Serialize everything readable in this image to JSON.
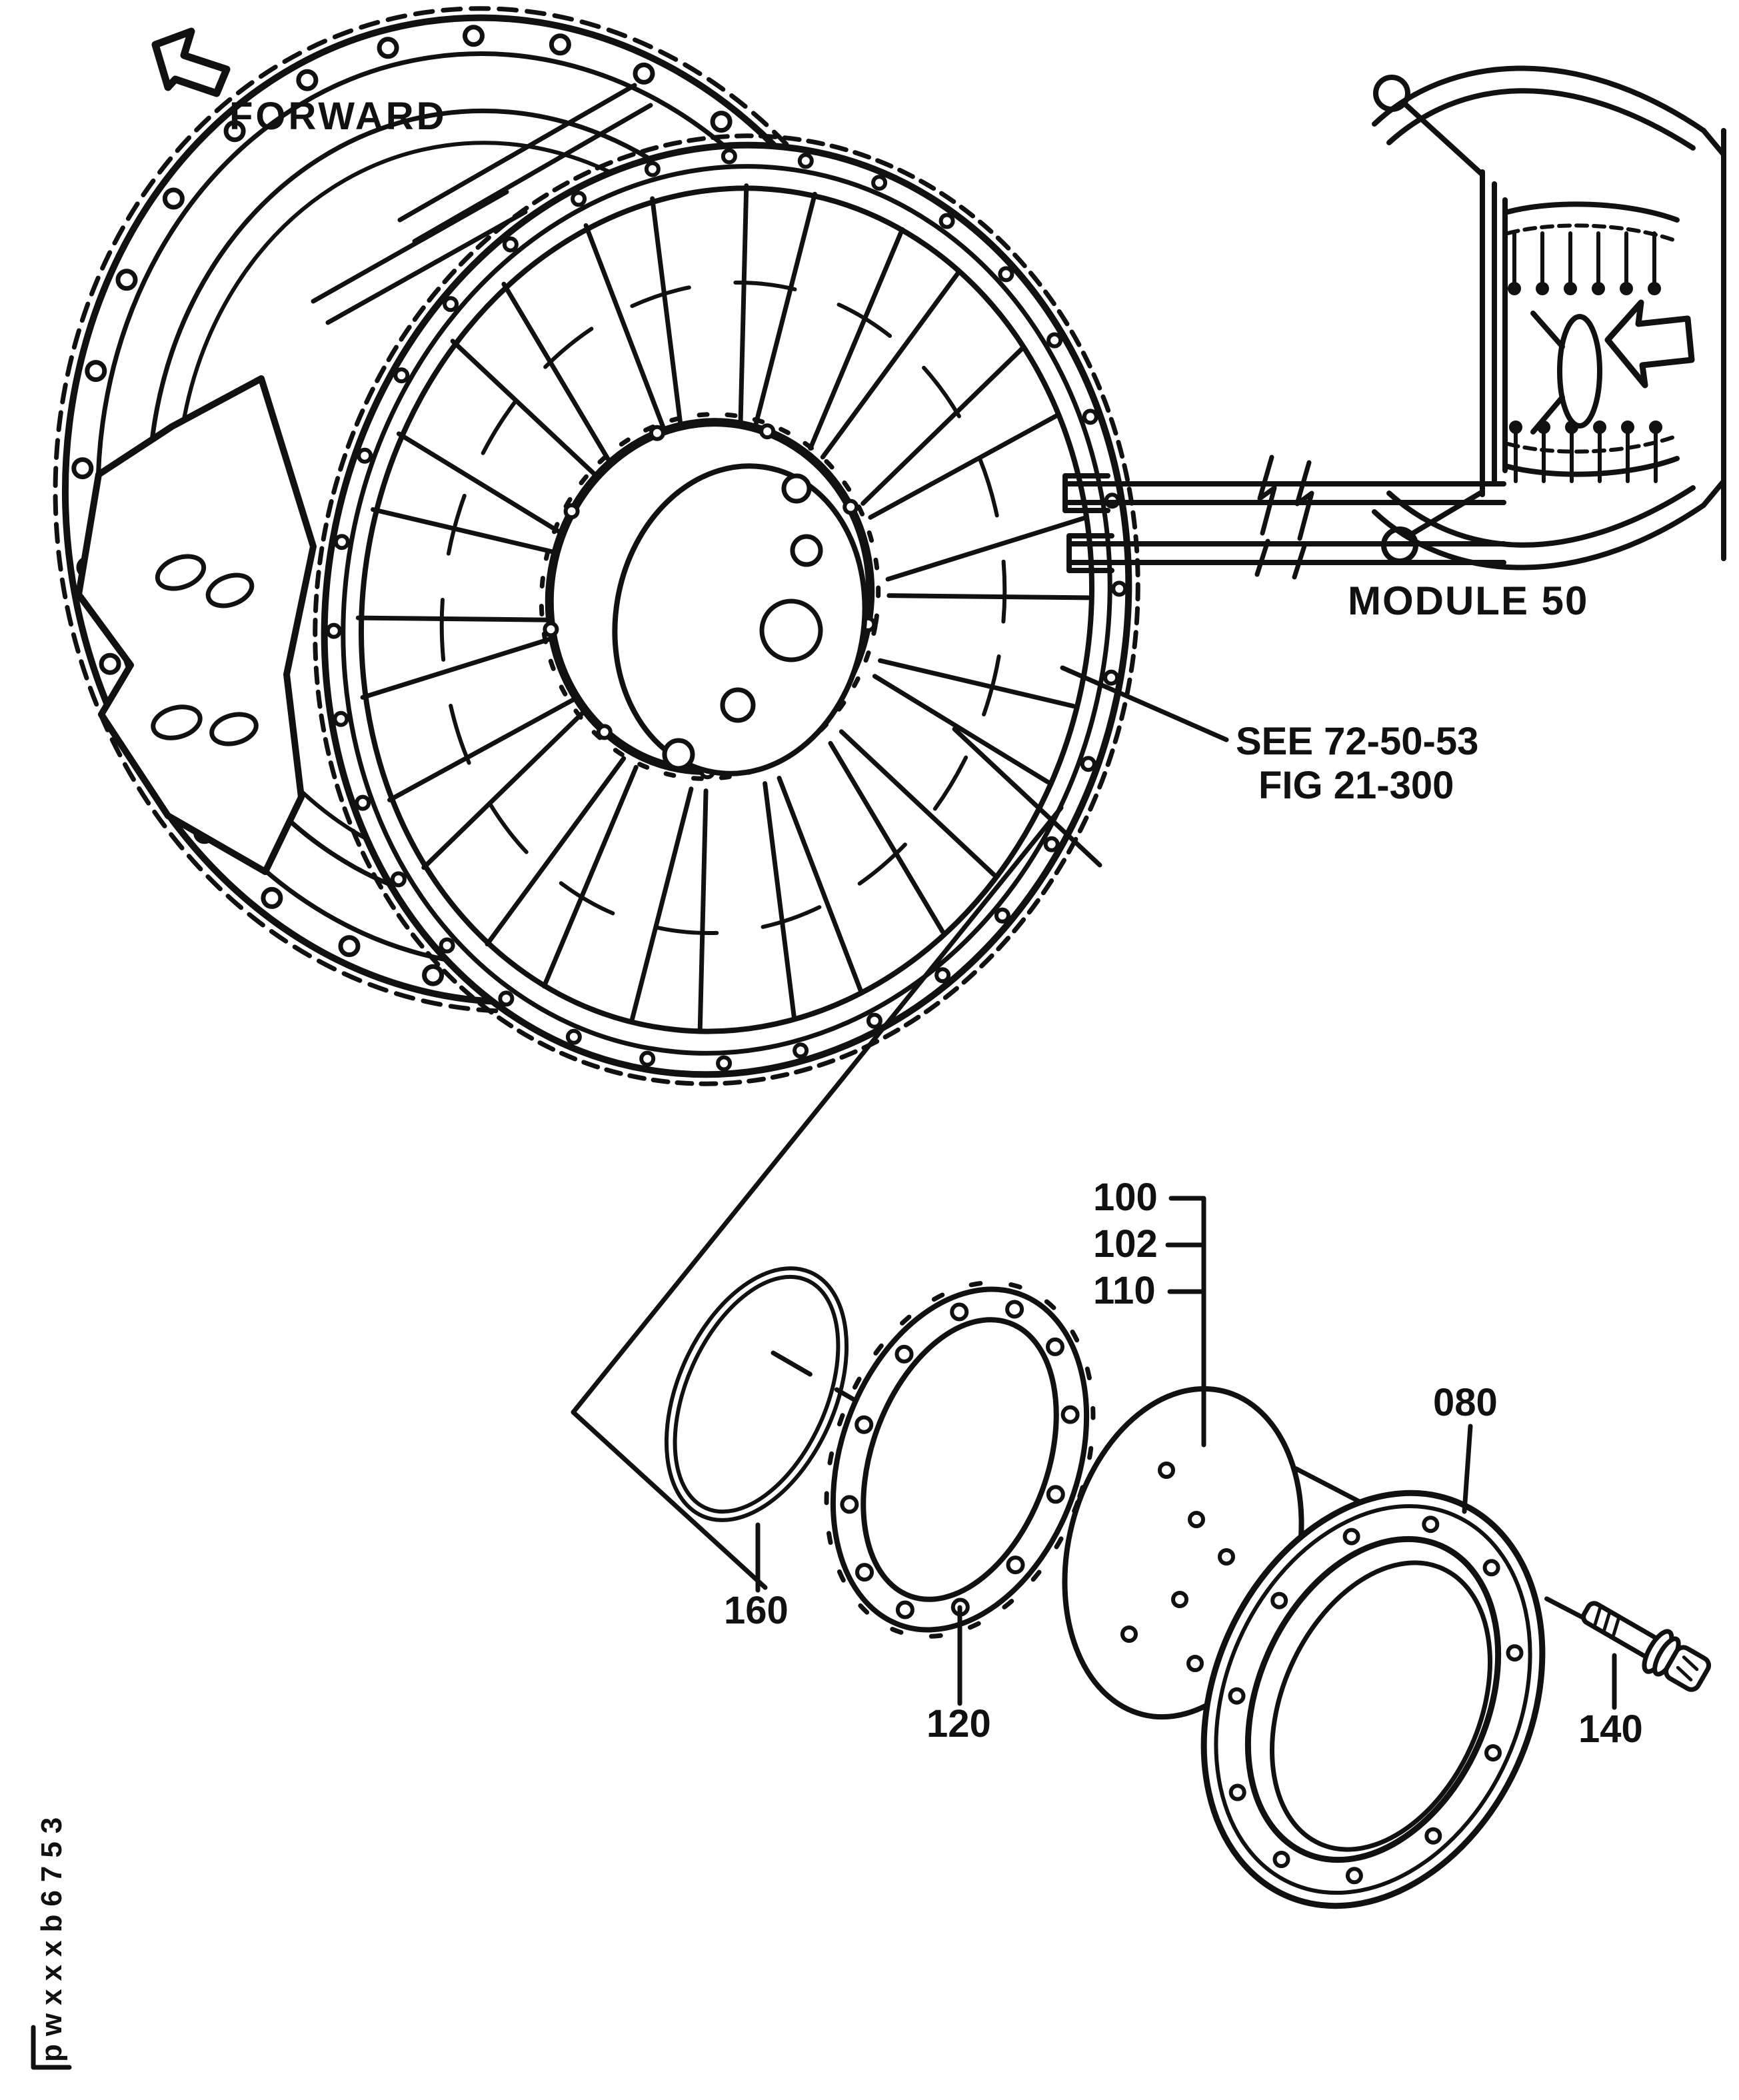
{
  "page": {
    "background": "#ffffff",
    "line_color": "#111111",
    "figure_type": "exploded parts illustration"
  },
  "orientation": {
    "forward_label": "FORWARD"
  },
  "inset": {
    "caption": "MODULE 50"
  },
  "reference_note": {
    "line1": "SEE 72-50-53",
    "line2": "FIG 21-300"
  },
  "callouts": {
    "stack": [
      "100",
      "102",
      "110"
    ],
    "cover": "080",
    "gasket": "120",
    "bolt": "140",
    "o_ring": "160"
  },
  "footer": {
    "doc_code": "pwxxxb6753"
  }
}
